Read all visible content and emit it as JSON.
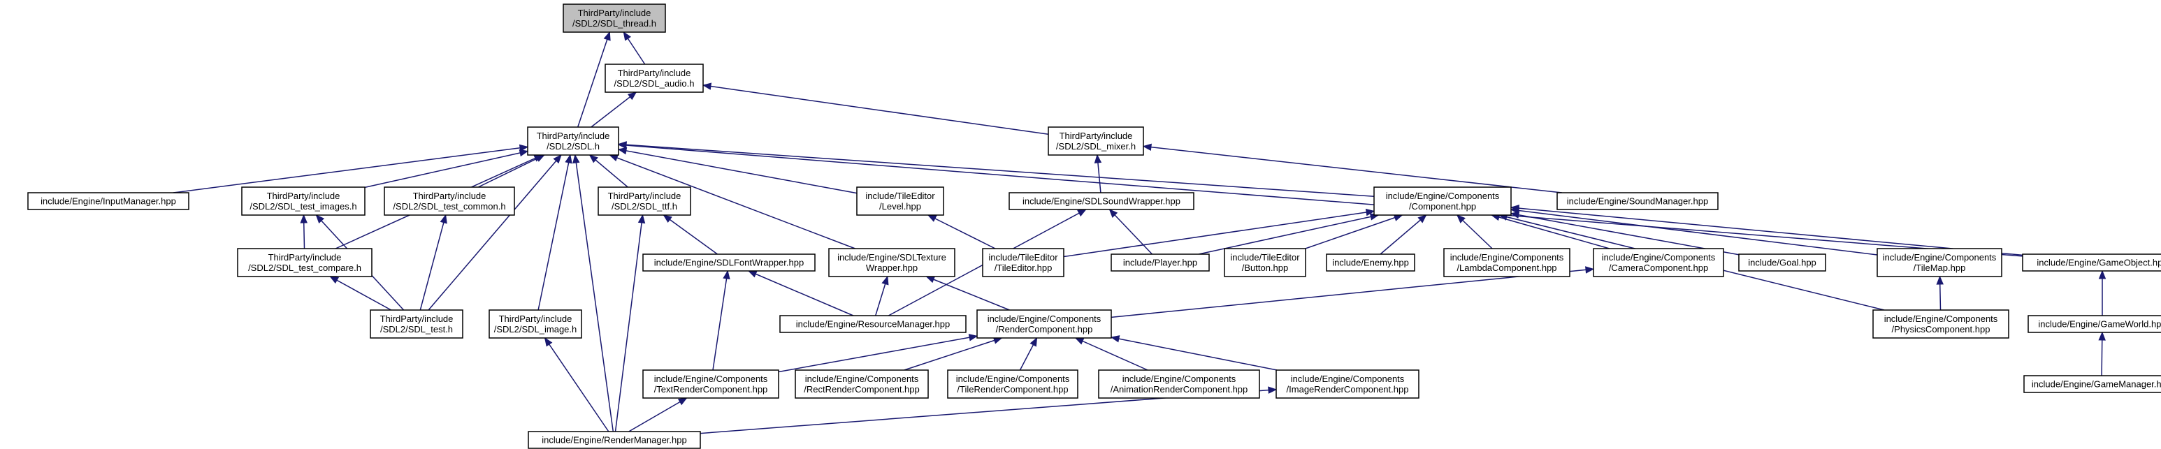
{
  "nodes": [
    {
      "id": "thread",
      "lines": [
        "ThirdParty/include",
        "/SDL2/SDL_thread.h"
      ],
      "root": true
    },
    {
      "id": "audio",
      "lines": [
        "ThirdParty/include",
        "/SDL2/SDL_audio.h"
      ]
    },
    {
      "id": "sdl",
      "lines": [
        "ThirdParty/include",
        "/SDL2/SDL.h"
      ]
    },
    {
      "id": "mixer",
      "lines": [
        "ThirdParty/include",
        "/SDL2/SDL_mixer.h"
      ]
    },
    {
      "id": "inputmgr",
      "lines": [
        "include/Engine/InputManager.hpp"
      ]
    },
    {
      "id": "testimages",
      "lines": [
        "ThirdParty/include",
        "/SDL2/SDL_test_images.h"
      ]
    },
    {
      "id": "testcommon",
      "lines": [
        "ThirdParty/include",
        "/SDL2/SDL_test_common.h"
      ]
    },
    {
      "id": "ttf",
      "lines": [
        "ThirdParty/include",
        "/SDL2/SDL_ttf.h"
      ]
    },
    {
      "id": "level",
      "lines": [
        "include/TileEditor",
        "/Level.hpp"
      ]
    },
    {
      "id": "soundwrapper",
      "lines": [
        "include/Engine/SDLSoundWrapper.hpp"
      ]
    },
    {
      "id": "component",
      "lines": [
        "include/Engine/Components",
        "/Component.hpp"
      ]
    },
    {
      "id": "soundmgr",
      "lines": [
        "include/Engine/SoundManager.hpp"
      ]
    },
    {
      "id": "testcompare",
      "lines": [
        "ThirdParty/include",
        "/SDL2/SDL_test_compare.h"
      ]
    },
    {
      "id": "fontwrapper",
      "lines": [
        "include/Engine/SDLFontWrapper.hpp"
      ]
    },
    {
      "id": "texturewrapper",
      "lines": [
        "include/Engine/SDLTexture",
        "Wrapper.hpp"
      ]
    },
    {
      "id": "tileeditor",
      "lines": [
        "include/TileEditor",
        "/TileEditor.hpp"
      ]
    },
    {
      "id": "player",
      "lines": [
        "include/Player.hpp"
      ]
    },
    {
      "id": "button",
      "lines": [
        "include/TileEditor",
        "/Button.hpp"
      ]
    },
    {
      "id": "enemy",
      "lines": [
        "include/Enemy.hpp"
      ]
    },
    {
      "id": "lambda",
      "lines": [
        "include/Engine/Components",
        "/LambdaComponent.hpp"
      ]
    },
    {
      "id": "camera",
      "lines": [
        "include/Engine/Components",
        "/CameraComponent.hpp"
      ]
    },
    {
      "id": "goal",
      "lines": [
        "include/Goal.hpp"
      ]
    },
    {
      "id": "tilemap",
      "lines": [
        "include/Engine/Components",
        "/TileMap.hpp"
      ]
    },
    {
      "id": "gameobject",
      "lines": [
        "include/Engine/GameObject.hpp"
      ]
    },
    {
      "id": "sdltest",
      "lines": [
        "ThirdParty/include",
        "/SDL2/SDL_test.h"
      ]
    },
    {
      "id": "sdlimage",
      "lines": [
        "ThirdParty/include",
        "/SDL2/SDL_image.h"
      ]
    },
    {
      "id": "resourcemgr",
      "lines": [
        "include/Engine/ResourceManager.hpp"
      ]
    },
    {
      "id": "rendercomp",
      "lines": [
        "include/Engine/Components",
        "/RenderComponent.hpp"
      ]
    },
    {
      "id": "physics",
      "lines": [
        "include/Engine/Components",
        "/PhysicsComponent.hpp"
      ]
    },
    {
      "id": "gameworld",
      "lines": [
        "include/Engine/GameWorld.hpp"
      ]
    },
    {
      "id": "textrender",
      "lines": [
        "include/Engine/Components",
        "/TextRenderComponent.hpp"
      ]
    },
    {
      "id": "rectrender",
      "lines": [
        "include/Engine/Components",
        "/RectRenderComponent.hpp"
      ]
    },
    {
      "id": "tilerender",
      "lines": [
        "include/Engine/Components",
        "/TileRenderComponent.hpp"
      ]
    },
    {
      "id": "animrender",
      "lines": [
        "include/Engine/Components",
        "/AnimationRenderComponent.hpp"
      ]
    },
    {
      "id": "imagerender",
      "lines": [
        "include/Engine/Components",
        "/ImageRenderComponent.hpp"
      ]
    },
    {
      "id": "gamemgr",
      "lines": [
        "include/Engine/GameManager.hpp"
      ]
    },
    {
      "id": "rendermgr",
      "lines": [
        "include/Engine/RenderManager.hpp"
      ]
    }
  ],
  "edges": [
    [
      "thread",
      "audio"
    ],
    [
      "thread",
      "sdl"
    ],
    [
      "audio",
      "sdl"
    ],
    [
      "audio",
      "mixer"
    ],
    [
      "sdl",
      "inputmgr"
    ],
    [
      "sdl",
      "testimages"
    ],
    [
      "sdl",
      "testcommon"
    ],
    [
      "sdl",
      "ttf"
    ],
    [
      "sdl",
      "level"
    ],
    [
      "sdl",
      "component"
    ],
    [
      "sdl",
      "testcompare"
    ],
    [
      "sdl",
      "texturewrapper"
    ],
    [
      "sdl",
      "sdltest"
    ],
    [
      "sdl",
      "sdlimage"
    ],
    [
      "sdl",
      "rendermgr"
    ],
    [
      "sdl",
      "gameobject"
    ],
    [
      "mixer",
      "soundwrapper"
    ],
    [
      "mixer",
      "soundmgr"
    ],
    [
      "testimages",
      "testcompare"
    ],
    [
      "testimages",
      "sdltest"
    ],
    [
      "testcommon",
      "sdltest"
    ],
    [
      "testcompare",
      "sdltest"
    ],
    [
      "ttf",
      "fontwrapper"
    ],
    [
      "ttf",
      "rendermgr"
    ],
    [
      "level",
      "tileeditor"
    ],
    [
      "soundwrapper",
      "player"
    ],
    [
      "soundwrapper",
      "resourcemgr"
    ],
    [
      "component",
      "tileeditor"
    ],
    [
      "component",
      "player"
    ],
    [
      "component",
      "button"
    ],
    [
      "component",
      "enemy"
    ],
    [
      "component",
      "lambda"
    ],
    [
      "component",
      "camera"
    ],
    [
      "component",
      "goal"
    ],
    [
      "component",
      "tilemap"
    ],
    [
      "component",
      "gameobject"
    ],
    [
      "component",
      "physics"
    ],
    [
      "fontwrapper",
      "resourcemgr"
    ],
    [
      "fontwrapper",
      "textrender"
    ],
    [
      "texturewrapper",
      "resourcemgr"
    ],
    [
      "texturewrapper",
      "rendercomp"
    ],
    [
      "camera",
      "rendercomp"
    ],
    [
      "tilemap",
      "physics"
    ],
    [
      "gameobject",
      "gameworld"
    ],
    [
      "gameworld",
      "gamemgr"
    ],
    [
      "rendercomp",
      "textrender"
    ],
    [
      "rendercomp",
      "rectrender"
    ],
    [
      "rendercomp",
      "tilerender"
    ],
    [
      "rendercomp",
      "animrender"
    ],
    [
      "rendercomp",
      "imagerender"
    ],
    [
      "sdlimage",
      "rendermgr"
    ],
    [
      "textrender",
      "rendermgr"
    ],
    [
      "imagerender",
      "rendermgr"
    ]
  ]
}
